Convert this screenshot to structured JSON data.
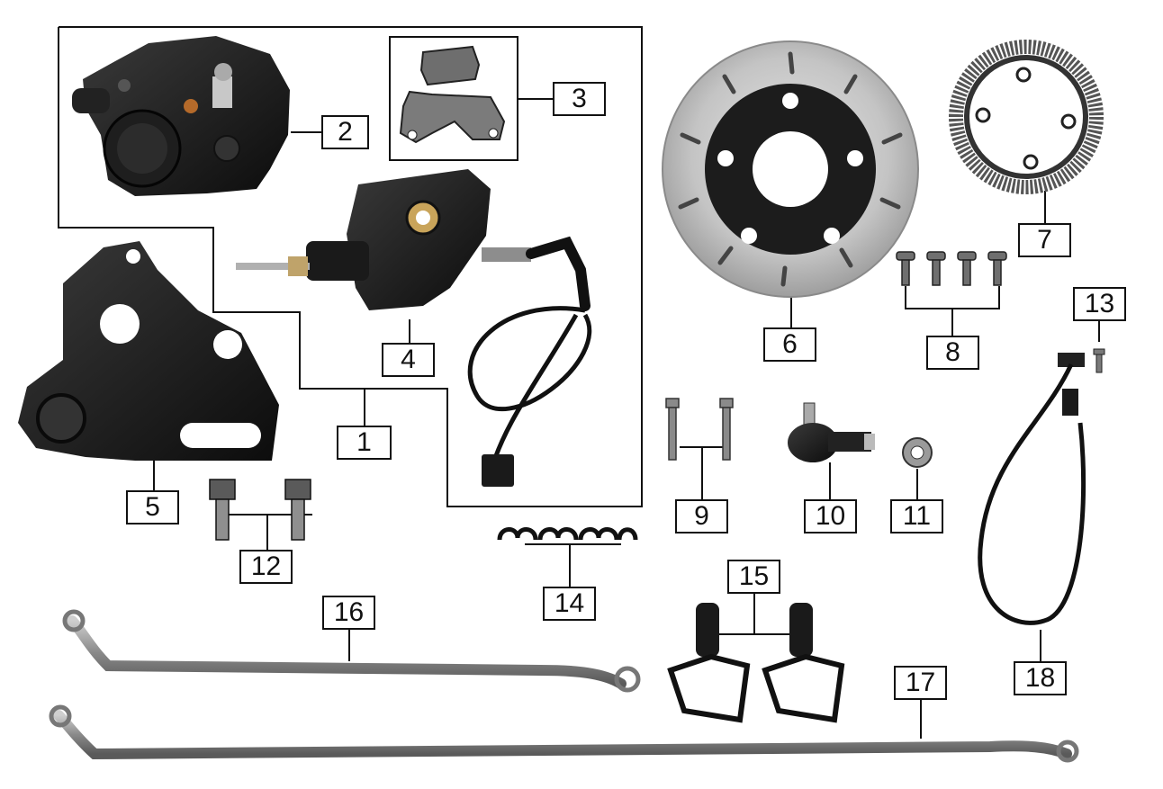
{
  "diagram": {
    "colors": {
      "line": "#111111",
      "part": "#1a1a1a",
      "metal": "#9a9a9a",
      "disc": "#b8b8b8"
    },
    "callouts": [
      {
        "id": "1",
        "label": "1"
      },
      {
        "id": "2",
        "label": "2"
      },
      {
        "id": "3",
        "label": "3"
      },
      {
        "id": "4",
        "label": "4"
      },
      {
        "id": "5",
        "label": "5"
      },
      {
        "id": "6",
        "label": "6"
      },
      {
        "id": "7",
        "label": "7"
      },
      {
        "id": "8",
        "label": "8"
      },
      {
        "id": "9",
        "label": "9"
      },
      {
        "id": "10",
        "label": "10"
      },
      {
        "id": "11",
        "label": "11"
      },
      {
        "id": "12",
        "label": "12"
      },
      {
        "id": "13",
        "label": "13"
      },
      {
        "id": "14",
        "label": "14"
      },
      {
        "id": "15",
        "label": "15"
      },
      {
        "id": "16",
        "label": "16"
      },
      {
        "id": "17",
        "label": "17"
      },
      {
        "id": "18",
        "label": "18"
      }
    ]
  }
}
